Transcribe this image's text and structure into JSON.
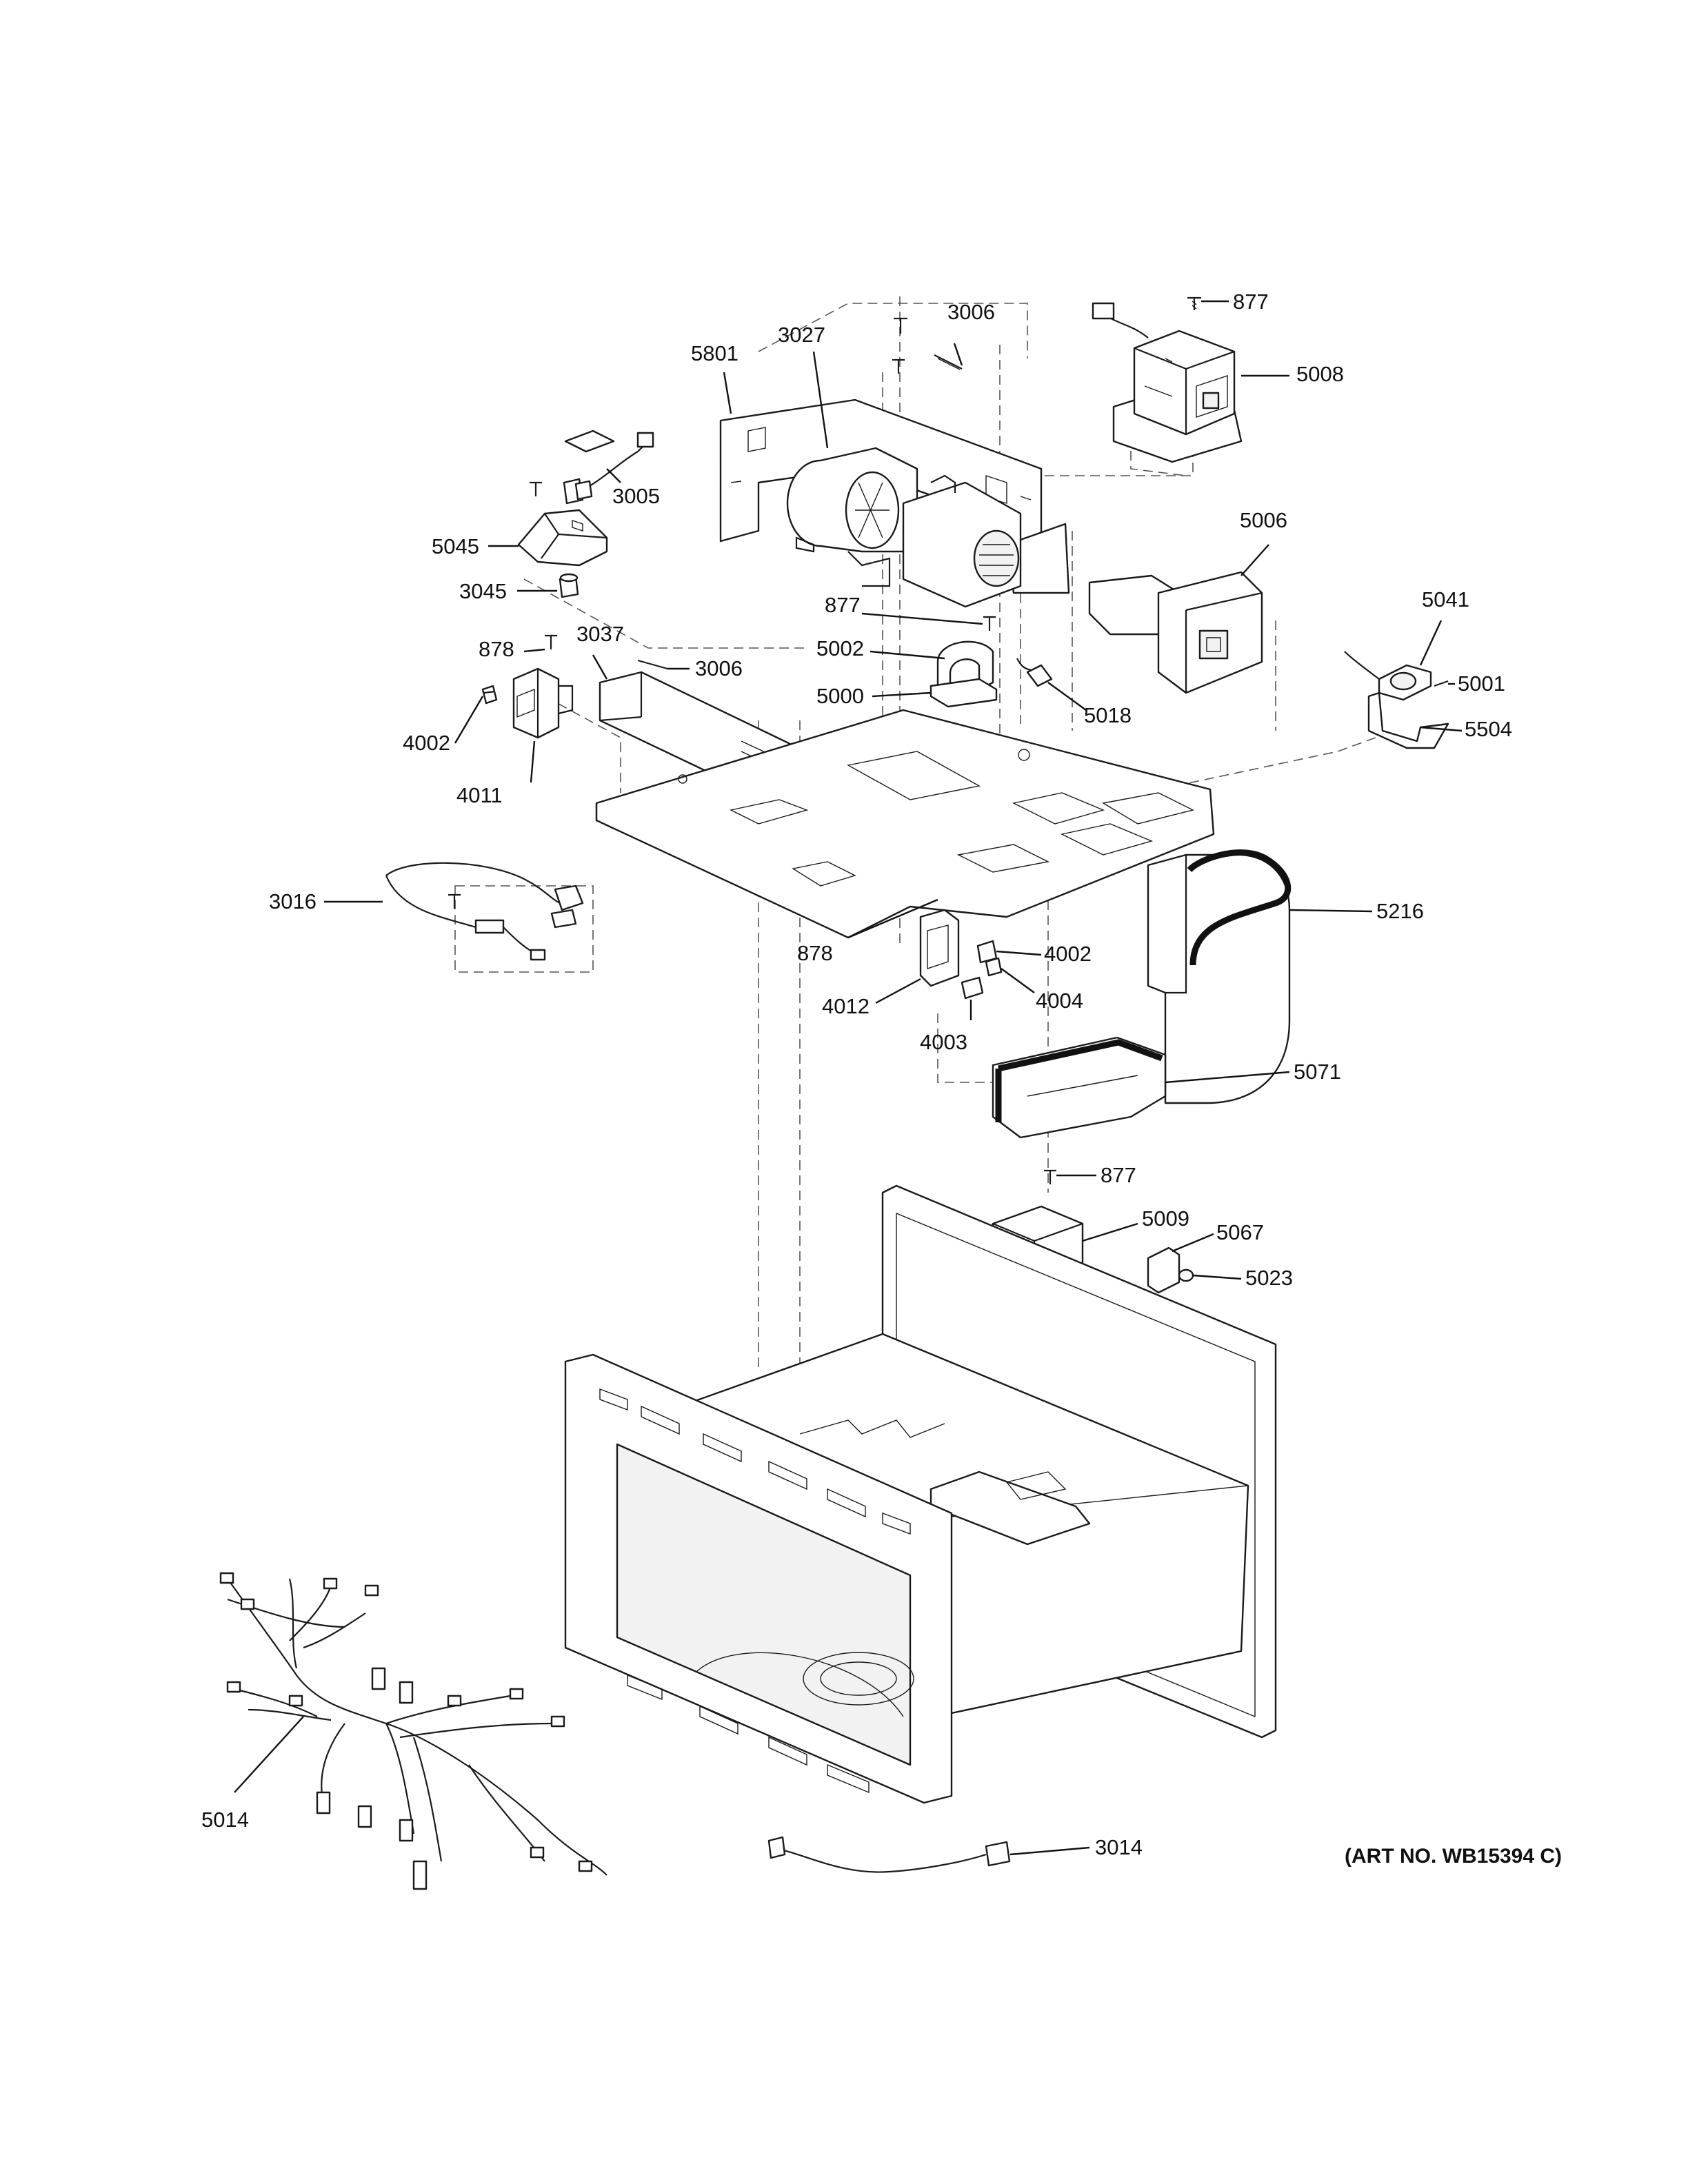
{
  "art_number": "(ART NO. WB15394 C)",
  "callouts": [
    {
      "label": "877"
    },
    {
      "label": "3006"
    },
    {
      "label": "5801"
    },
    {
      "label": "3027"
    },
    {
      "label": "5008"
    },
    {
      "label": "3005"
    },
    {
      "label": "5045"
    },
    {
      "label": "3045"
    },
    {
      "label": "5006"
    },
    {
      "label": "877"
    },
    {
      "label": "5041"
    },
    {
      "label": "878"
    },
    {
      "label": "3037"
    },
    {
      "label": "3006"
    },
    {
      "label": "5002"
    },
    {
      "label": "5001"
    },
    {
      "label": "5000"
    },
    {
      "label": "5018"
    },
    {
      "label": "5504"
    },
    {
      "label": "4002"
    },
    {
      "label": "4011"
    },
    {
      "label": "3016"
    },
    {
      "label": "5216"
    },
    {
      "label": "878"
    },
    {
      "label": "4002"
    },
    {
      "label": "4012"
    },
    {
      "label": "4004"
    },
    {
      "label": "4003"
    },
    {
      "label": "5071"
    },
    {
      "label": "877"
    },
    {
      "label": "5009"
    },
    {
      "label": "5067"
    },
    {
      "label": "5023"
    },
    {
      "label": "5014"
    },
    {
      "label": "3014"
    }
  ]
}
